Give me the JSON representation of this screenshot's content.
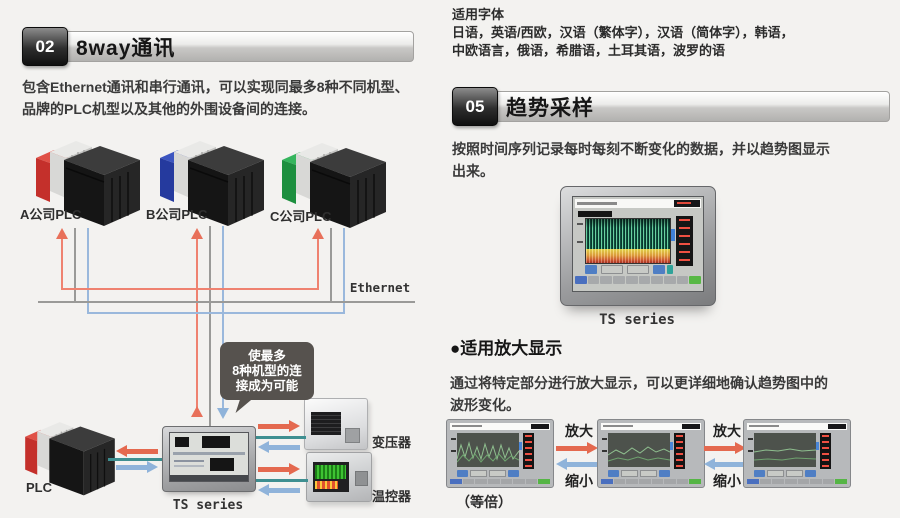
{
  "page": {
    "background": "#f3f2f0"
  },
  "comm": {
    "badge": "02",
    "title": "8way通讯",
    "desc_line1": "包含Ethernet通讯和串行通讯，可以实现同最多8种不同机型、",
    "desc_line2": "品牌的PLC机型以及其他的外围设备间的连接。",
    "diagram": {
      "plc_a_label": "A公司PLC",
      "plc_b_label": "B公司PLC",
      "plc_c_label": "C公司PLC",
      "ethernet_label": "Ethernet",
      "callout_line1": "使最多",
      "callout_line2": "8种机型的连",
      "callout_line3": "接成为可能",
      "hmi_label": "TS series",
      "plc_label": "PLC",
      "transformer_label": "变压器",
      "temp_controller_label": "温控器"
    }
  },
  "font_note": {
    "title": "适用字体",
    "line1": "日语，英语/西欧，汉语（繁体字），汉语（简体字），韩语，",
    "line2": "中欧语言，俄语，希腊语，土耳其语，波罗的语"
  },
  "trend": {
    "badge": "05",
    "title": "趋势采样",
    "desc_line1": "按照时间序列记录每时每刻不断变化的数据，并以趋势图显示",
    "desc_line2": "出来。",
    "device_label": "TS series"
  },
  "zoom_feature": {
    "heading": "●适用放大显示",
    "desc_line1": "通过将特定部分进行放大显示，可以更详细地确认趋势图中的",
    "desc_line2": "波形变化。",
    "zoom_in": "放大",
    "zoom_out": "缩小",
    "equal_scale": "（等倍）"
  },
  "colors": {
    "arrow_red": "#e4694f",
    "arrow_blue": "#8fb3da",
    "wire_red": "#ef8270",
    "wire_blue": "#9ab8dc",
    "wire_gray": "#9a9a98",
    "cable_teal": "#3e8f91",
    "callout_bg": "#56524e",
    "plc_a_accent": "#c4302b",
    "plc_b_accent": "#253a9e",
    "plc_c_accent": "#1d8f3f"
  }
}
